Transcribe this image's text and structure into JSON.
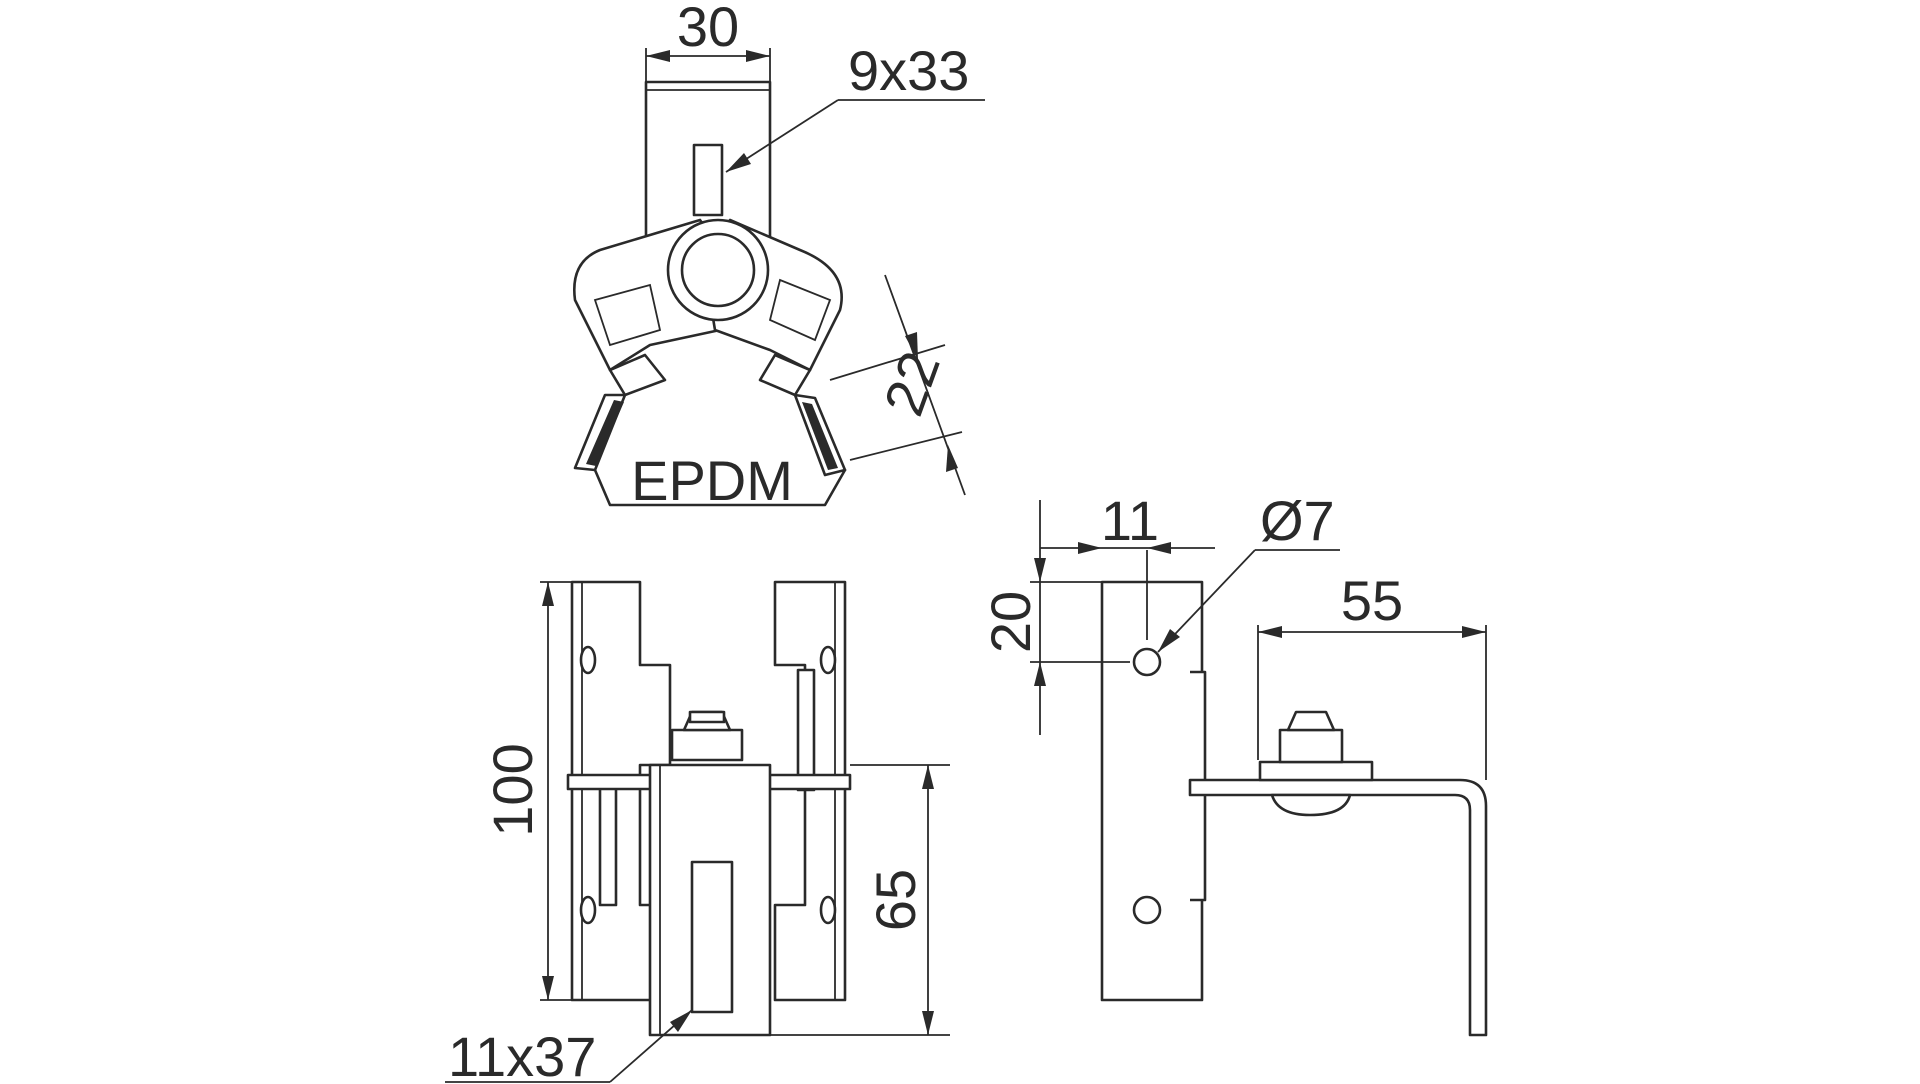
{
  "drawing": {
    "top_view": {
      "width_dim": "30",
      "slot_dim": "9x33",
      "height_dim": "22",
      "material_label": "EPDM"
    },
    "front_view": {
      "height_dim": "100",
      "lower_dim": "65",
      "slot_dim": "11x37"
    },
    "side_view": {
      "hole_offset_dim": "11",
      "hole_diameter_dim": "Ø7",
      "hole_height_dim": "20",
      "arm_length_dim": "55"
    },
    "colors": {
      "line": "#2a2a2a",
      "background": "#ffffff"
    }
  }
}
